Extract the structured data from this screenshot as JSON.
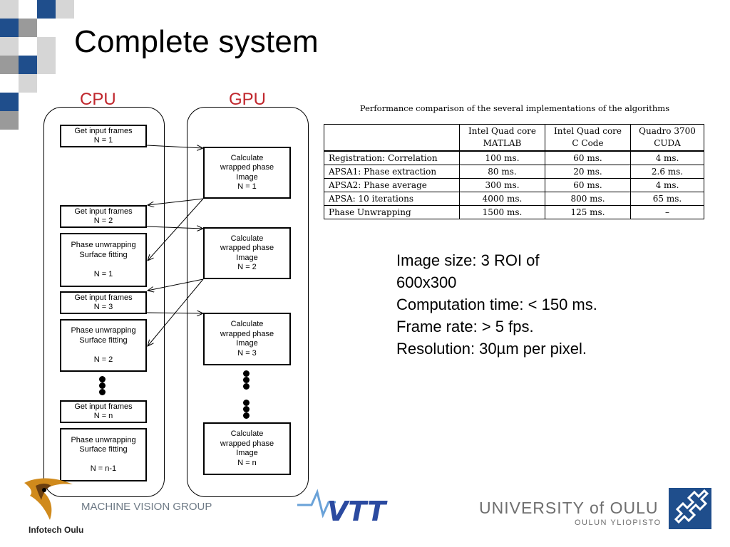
{
  "slide": {
    "title": "Complete system"
  },
  "columns": {
    "cpu": "CPU",
    "gpu": "GPU"
  },
  "cpu_boxes": [
    {
      "text": "Get input frames\nN = 1"
    },
    {
      "text": "Get input frames\nN = 2"
    },
    {
      "text": "Phase unwrapping\nSurface fitting\n\nN = 1"
    },
    {
      "text": "Get input frames\nN = 3"
    },
    {
      "text": "Phase unwrapping\nSurface fitting\n\nN = 2"
    },
    {
      "text": "Get input frames\nN = n"
    },
    {
      "text": "Phase unwrapping\nSurface fitting\n\nN = n-1"
    }
  ],
  "gpu_boxes": [
    {
      "text": "Calculate\nwrapped  phase\nImage\nN = 1"
    },
    {
      "text": "Calculate\nwrapped  phase\nImage\nN = 2"
    },
    {
      "text": "Calculate\nwrapped  phase\nImage\nN = 3"
    },
    {
      "text": "Calculate\nwrapped  phase\nImage\nN = n"
    }
  ],
  "table": {
    "caption": "Performance comparison of the several implementations of the algorithms",
    "headers": [
      "",
      "Intel Quad core\nMATLAB",
      "Intel Quad core\nC Code",
      "Quadro 3700\nCUDA"
    ],
    "rows": [
      [
        "Registration: Correlation",
        "100 ms.",
        "60 ms.",
        "4 ms."
      ],
      [
        "APSA1: Phase extraction",
        "80 ms.",
        "20 ms.",
        "2.6 ms."
      ],
      [
        "APSA2: Phase average",
        "300 ms.",
        "60 ms.",
        "4 ms."
      ],
      [
        "APSA: 10 iterations",
        "4000 ms.",
        "800 ms.",
        "65 ms."
      ],
      [
        "Phase Unwrapping",
        "1500 ms.",
        "125 ms.",
        "–"
      ]
    ]
  },
  "specs": [
    "Image size: 3 ROI of",
    "600x300",
    "Computation time: < 150 ms.",
    "Frame rate: > 5 fps.",
    "Resolution: 30µm per pixel."
  ],
  "footer": {
    "group": "MACHINE VISION GROUP",
    "vtt": "VTT",
    "university": "UNIVERSITY of OULU",
    "university_sub": "OULUN YLIOPISTO",
    "infotech": "Infotech Oulu"
  },
  "colors": {
    "accent_blue": "#1f4e8c",
    "accent_gray": "#9a9a9a",
    "light_gray": "#d4d4d4",
    "column_heading": "#c0272d",
    "vtt_blue": "#2b4aa0"
  }
}
